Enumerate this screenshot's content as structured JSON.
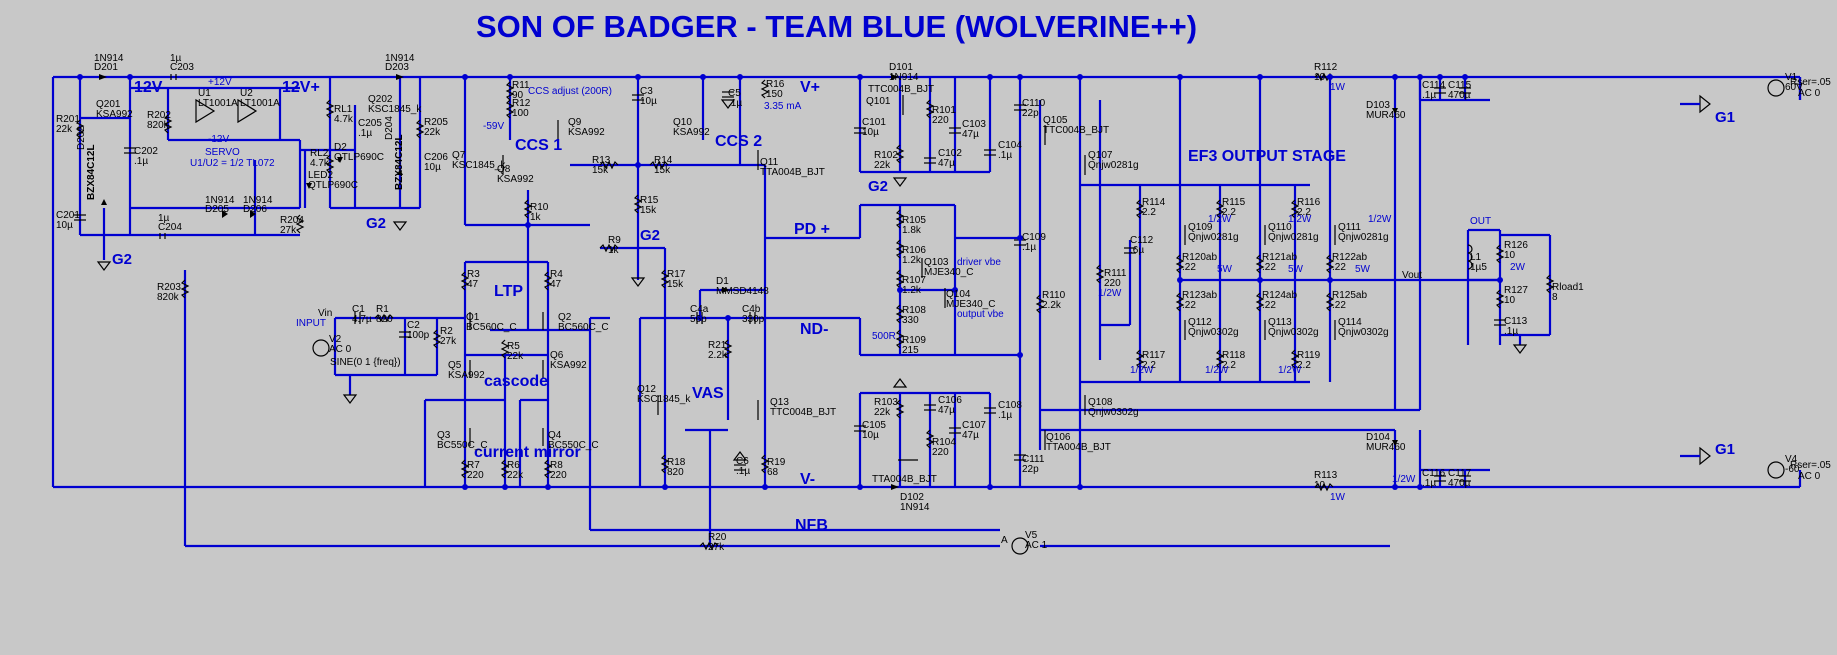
{
  "title": "SON OF BADGER - TEAM BLUE (WOLVERINE++)",
  "net_labels": [
    "12V-",
    "12V+",
    "V+",
    "V-",
    "PD +",
    "ND-",
    "NFB",
    "CCS 1",
    "CCS 2",
    "LTP",
    "cascode",
    "current mirror",
    "VAS",
    "EF3 OUTPUT STAGE",
    "Vout",
    "OUT",
    "INPUT",
    "Vin",
    "SERVO",
    "U1/U2 = 1/2 TL072",
    "+12V",
    "-12V",
    "CCS adjust (200R)",
    "-59V",
    "3.35 mA",
    "driver vbe",
    "output vbe",
    "500R"
  ],
  "ground_labels": [
    "G2",
    "G2",
    "G2",
    "G2",
    "G1",
    "G1"
  ],
  "components": [
    {
      "ref": "D201",
      "value": "1N914"
    },
    {
      "ref": "Q201",
      "value": "KSA992"
    },
    {
      "ref": "R201",
      "value": "22k"
    },
    {
      "ref": "D202",
      "value": "BZX84C12L"
    },
    {
      "ref": "C201",
      "value": "10µ"
    },
    {
      "ref": "C203",
      "value": "1µ"
    },
    {
      "ref": "R202",
      "value": "820k"
    },
    {
      "ref": "U1",
      "value": "LT1001A"
    },
    {
      "ref": "U2",
      "value": "LT1001A"
    },
    {
      "ref": "C202",
      "value": ".1µ"
    },
    {
      "ref": "C204",
      "value": "1µ"
    },
    {
      "ref": "R203",
      "value": "820k"
    },
    {
      "ref": "D205",
      "value": "1N914"
    },
    {
      "ref": "D206",
      "value": "1N914"
    },
    {
      "ref": "R204",
      "value": "27k"
    },
    {
      "ref": "RL1",
      "value": "4.7k"
    },
    {
      "ref": "RL2",
      "value": "4.7k"
    },
    {
      "ref": "D2",
      "value": "QTLP690C"
    },
    {
      "ref": "LED2",
      "value": "QTLP690C"
    },
    {
      "ref": "C205",
      "value": ".1µ"
    },
    {
      "ref": "D203",
      "value": "1N914"
    },
    {
      "ref": "Q202",
      "value": "KSC1845_k"
    },
    {
      "ref": "D204",
      "value": "BZX84C12L"
    },
    {
      "ref": "R205",
      "value": "22k"
    },
    {
      "ref": "C206",
      "value": "10µ"
    },
    {
      "ref": "R11",
      "value": "90"
    },
    {
      "ref": "R12",
      "value": "100"
    },
    {
      "ref": "Q9",
      "value": "KSA992"
    },
    {
      "ref": "Q8",
      "value": "KSA992"
    },
    {
      "ref": "Q7",
      "value": "KSC1845_k"
    },
    {
      "ref": "R10",
      "value": "1k"
    },
    {
      "ref": "R13",
      "value": "15k"
    },
    {
      "ref": "R14",
      "value": "15k"
    },
    {
      "ref": "R15",
      "value": "15k"
    },
    {
      "ref": "C3",
      "value": "10µ"
    },
    {
      "ref": "Q10",
      "value": "KSA992"
    },
    {
      "ref": "C5",
      "value": ".1µ"
    },
    {
      "ref": "R16",
      "value": "150"
    },
    {
      "ref": "Q11",
      "value": "TTA004B_BJT"
    },
    {
      "ref": "R3",
      "value": "47"
    },
    {
      "ref": "R4",
      "value": "47"
    },
    {
      "ref": "Q1",
      "value": "BC560C_C"
    },
    {
      "ref": "Q2",
      "value": "BC560C_C"
    },
    {
      "ref": "R5",
      "value": "22k"
    },
    {
      "ref": "Q5",
      "value": "KSA992"
    },
    {
      "ref": "Q6",
      "value": "KSA992"
    },
    {
      "ref": "Q3",
      "value": "BC550C_C"
    },
    {
      "ref": "Q4",
      "value": "BC550C_C"
    },
    {
      "ref": "R7",
      "value": "220"
    },
    {
      "ref": "R6",
      "value": "22k"
    },
    {
      "ref": "R8",
      "value": "220"
    },
    {
      "ref": "C1",
      "value": "4.7µ"
    },
    {
      "ref": "R1",
      "value": "820"
    },
    {
      "ref": "C2",
      "value": "100p"
    },
    {
      "ref": "R2",
      "value": "27k"
    },
    {
      "ref": "V2",
      "value": "AC 0"
    },
    {
      "ref": "SINE",
      "value": "SINE(0 1 {freq})"
    },
    {
      "ref": "R9",
      "value": "1k"
    },
    {
      "ref": "R17",
      "value": "15k"
    },
    {
      "ref": "D1",
      "value": "MMSD4148"
    },
    {
      "ref": "C4a",
      "value": "56p"
    },
    {
      "ref": "C4b",
      "value": "330p"
    },
    {
      "ref": "R21",
      "value": "2.2k"
    },
    {
      "ref": "Q12",
      "value": "KSC1845_k"
    },
    {
      "ref": "Q13",
      "value": "TTC004B_BJT"
    },
    {
      "ref": "R18",
      "value": "820"
    },
    {
      "ref": "C6",
      "value": ".1µ"
    },
    {
      "ref": "R19",
      "value": "68"
    },
    {
      "ref": "R20",
      "value": "27k"
    },
    {
      "ref": "D101",
      "value": "1N914"
    },
    {
      "ref": "TTC004B_BJT",
      "value": "TTC004B_BJT"
    },
    {
      "ref": "Q101",
      "value": ""
    },
    {
      "ref": "C101",
      "value": "10µ"
    },
    {
      "ref": "R101",
      "value": "220"
    },
    {
      "ref": "R102",
      "value": "22k"
    },
    {
      "ref": "C102",
      "value": "47µ"
    },
    {
      "ref": "C103",
      "value": "47µ"
    },
    {
      "ref": "C104",
      "value": ".1µ"
    },
    {
      "ref": "R105",
      "value": "1.8k"
    },
    {
      "ref": "R106",
      "value": "1.2k"
    },
    {
      "ref": "R107",
      "value": "1.2k"
    },
    {
      "ref": "R108",
      "value": "330"
    },
    {
      "ref": "R109",
      "value": "215"
    },
    {
      "ref": "Q103",
      "value": "MJE340_C"
    },
    {
      "ref": "Q104",
      "value": "MJE340_C"
    },
    {
      "ref": "R103",
      "value": "22k"
    },
    {
      "ref": "C105",
      "value": "10µ"
    },
    {
      "ref": "C106",
      "value": "47µ"
    },
    {
      "ref": "R104",
      "value": "220"
    },
    {
      "ref": "C107",
      "value": "47µ"
    },
    {
      "ref": "C108",
      "value": ".1µ"
    },
    {
      "ref": "Q102",
      "value": "TTA004B_BJT"
    },
    {
      "ref": "D102",
      "value": "1N914"
    },
    {
      "ref": "C110",
      "value": "22p"
    },
    {
      "ref": "Q105",
      "value": "TTC004B_BJT"
    },
    {
      "ref": "Q107",
      "value": "Qnjw0281g"
    },
    {
      "ref": "C109",
      "value": ".1µ"
    },
    {
      "ref": "R110",
      "value": "2.2k"
    },
    {
      "ref": "Q108",
      "value": "Qnjw0302g"
    },
    {
      "ref": "Q106",
      "value": "TTA004B_BJT"
    },
    {
      "ref": "C111",
      "value": "22p"
    },
    {
      "ref": "R111",
      "value": "220"
    },
    {
      "ref": "C112",
      "value": ".6µ"
    },
    {
      "ref": "R112",
      "value": "10"
    },
    {
      "ref": "R113",
      "value": "10"
    },
    {
      "ref": "R114",
      "value": "2.2"
    },
    {
      "ref": "R115",
      "value": "2.2"
    },
    {
      "ref": "R116",
      "value": "2.2"
    },
    {
      "ref": "Q109",
      "value": "Qnjw0281g"
    },
    {
      "ref": "Q110",
      "value": "Qnjw0281g"
    },
    {
      "ref": "Q111",
      "value": "Qnjw0281g"
    },
    {
      "ref": "R120ab",
      "value": ".22"
    },
    {
      "ref": "R121ab",
      "value": ".22"
    },
    {
      "ref": "R122ab",
      "value": ".22"
    },
    {
      "ref": "R123ab",
      "value": ".22"
    },
    {
      "ref": "R124ab",
      "value": ".22"
    },
    {
      "ref": "R125ab",
      "value": ".22"
    },
    {
      "ref": "Q112",
      "value": "Qnjw0302g"
    },
    {
      "ref": "Q113",
      "value": "Qnjw0302g"
    },
    {
      "ref": "Q114",
      "value": "Qnjw0302g"
    },
    {
      "ref": "R117",
      "value": "2.2"
    },
    {
      "ref": "R118",
      "value": "2.2"
    },
    {
      "ref": "R119",
      "value": "2.2"
    },
    {
      "ref": "C114",
      "value": ".1µ"
    },
    {
      "ref": "C115",
      "value": "470µ"
    },
    {
      "ref": "C116",
      "value": ".1µ"
    },
    {
      "ref": "C117",
      "value": "470µ"
    },
    {
      "ref": "D103",
      "value": "MUR460"
    },
    {
      "ref": "D104",
      "value": "MUR460"
    },
    {
      "ref": "L1",
      "value": "1µ5"
    },
    {
      "ref": "R126",
      "value": "10"
    },
    {
      "ref": "R127",
      "value": "10"
    },
    {
      "ref": "C113",
      "value": ".1µ"
    },
    {
      "ref": "Rload1",
      "value": "8"
    },
    {
      "ref": "V1",
      "value": "60V"
    },
    {
      "ref": "V4",
      "value": "-60"
    },
    {
      "ref": "V5",
      "value": "AC 1"
    }
  ],
  "power_ratings": [
    "1W",
    "1W",
    "5W",
    "5W",
    "5W",
    "1/2W",
    "1/2W",
    "1/2W",
    "1/2W",
    "1/2W",
    "1/2W",
    "1/2W",
    "2W",
    "1/2W"
  ],
  "source_params": {
    "v1_rser": "Rser=.05",
    "v1_ac": "AC 0",
    "v4_rser": "Rser=.05",
    "v4_ac": "AC 0",
    "v5_node": "A"
  }
}
